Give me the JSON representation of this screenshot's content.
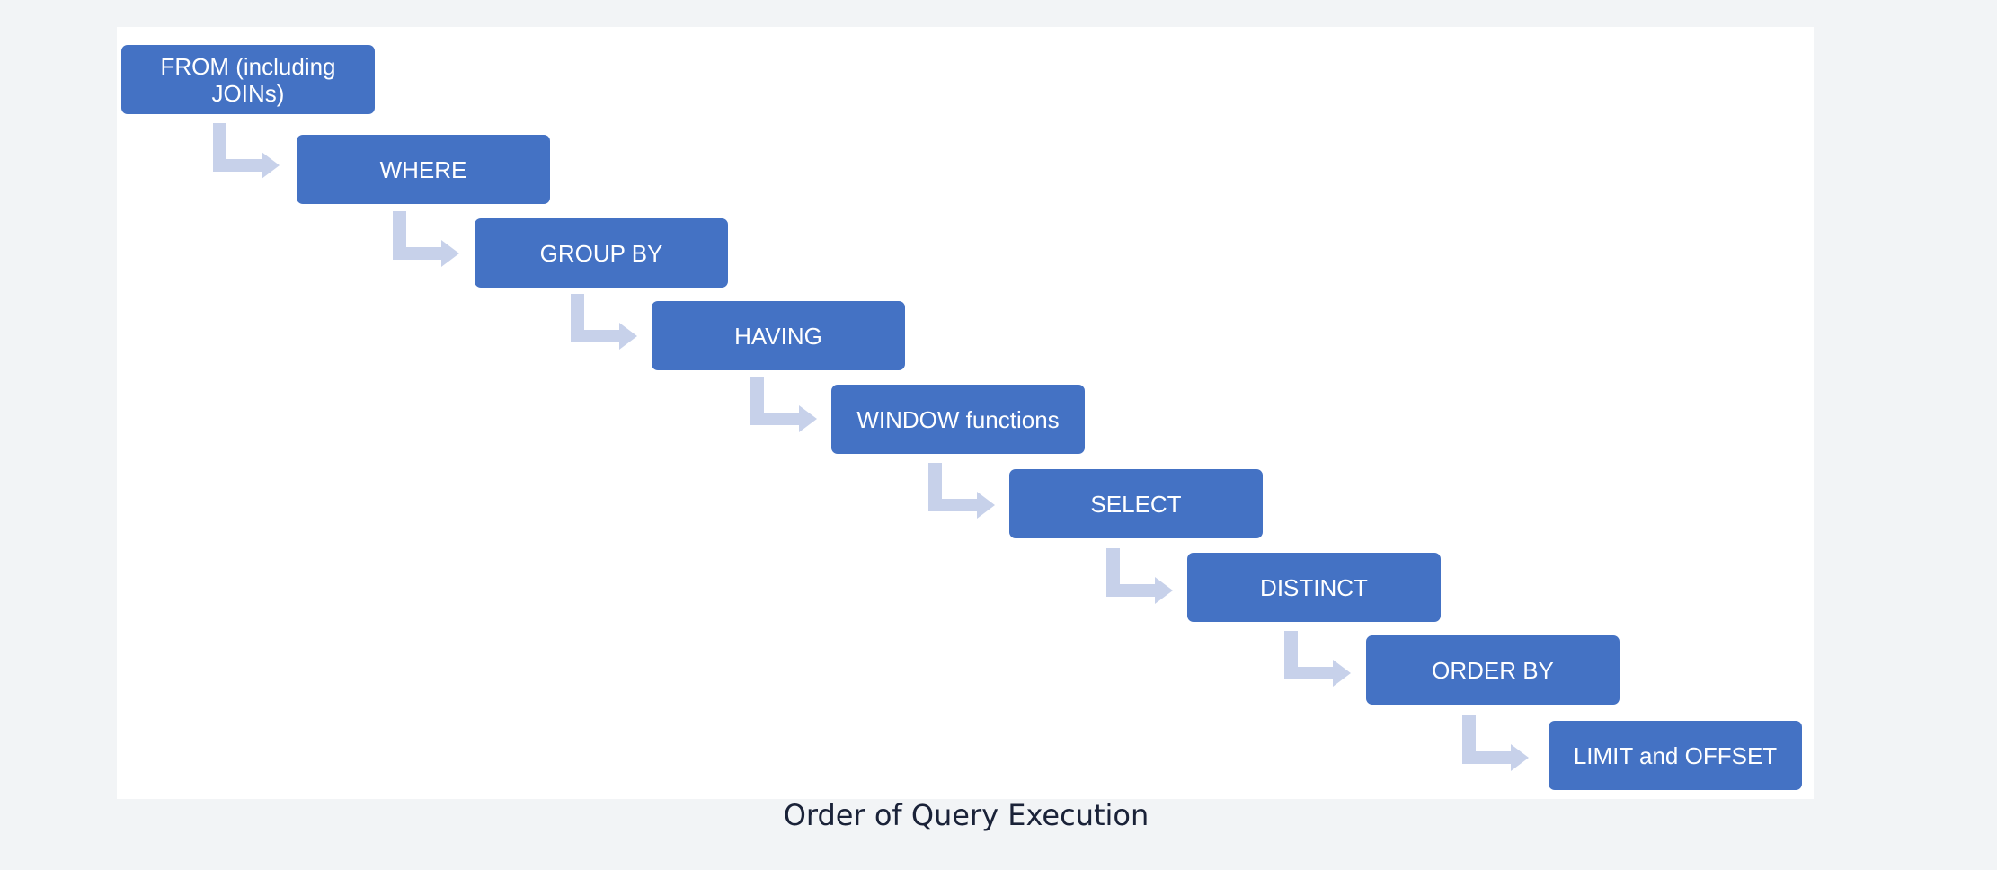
{
  "diagram": {
    "steps": [
      "FROM (including JOINs)",
      "WHERE",
      "GROUP BY",
      "HAVING",
      "WINDOW functions",
      "SELECT",
      "DISTINCT",
      "ORDER BY",
      "LIMIT and OFFSET"
    ],
    "colors": {
      "box_fill": "#4472c4",
      "box_text": "#ffffff",
      "connector": "#c7d1ea"
    }
  },
  "caption": "Order of Query Execution"
}
